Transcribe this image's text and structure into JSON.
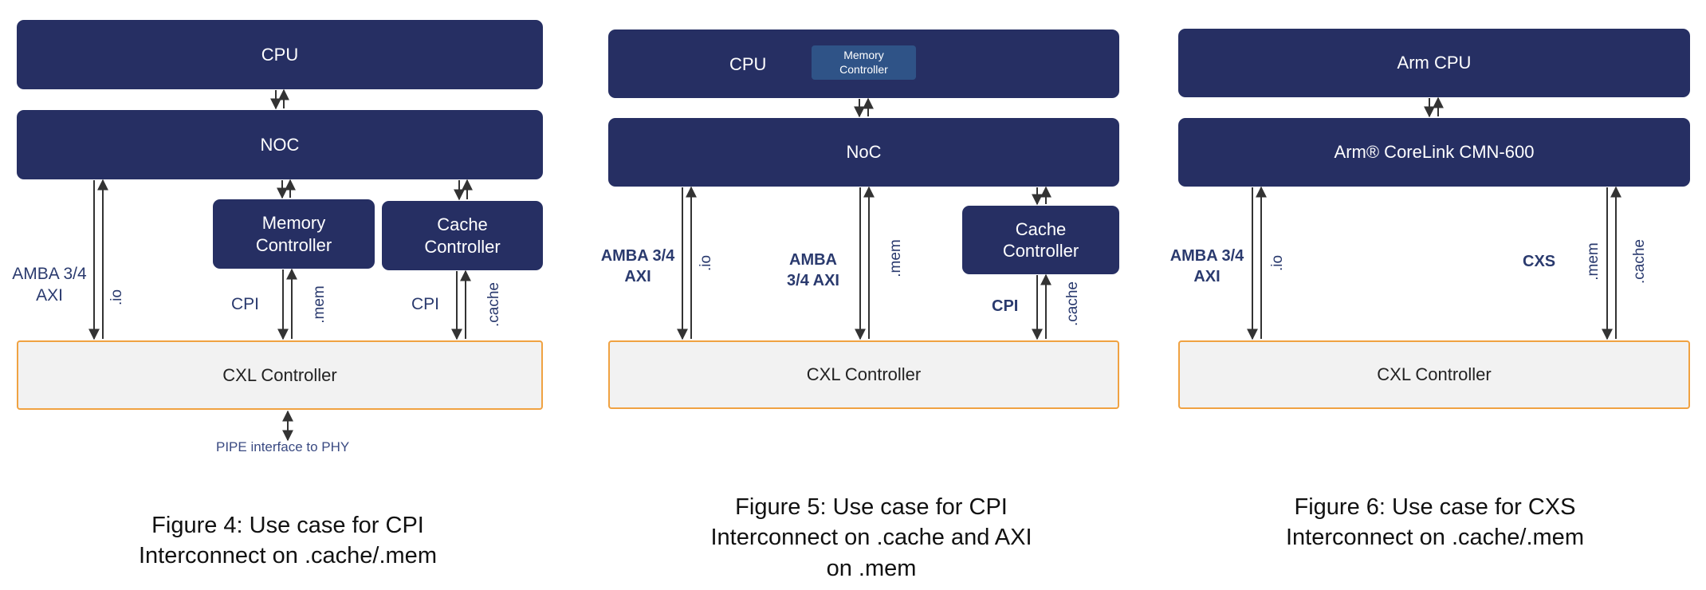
{
  "figure4": {
    "cpu": "CPU",
    "noc": "NOC",
    "memory_controller": [
      "Memory",
      "Controller"
    ],
    "cache_controller": [
      "Cache",
      "Controller"
    ],
    "cxl": "CXL Controller",
    "amba": [
      "AMBA 3/4",
      "AXI"
    ],
    "io": ".io",
    "cpi_mem": "CPI",
    "mem": ".mem",
    "cpi_cache": "CPI",
    "cache": ".cache",
    "pipe": "PIPE interface to PHY",
    "caption": [
      "Figure 4: Use case for CPI",
      "Interconnect on .cache/.mem"
    ]
  },
  "figure5": {
    "cpu": "CPU",
    "memory_controller": [
      "Memory",
      "Controller"
    ],
    "noc": "NoC",
    "cache_controller": [
      "Cache",
      "Controller"
    ],
    "cxl": "CXL Controller",
    "amba_io": [
      "AMBA 3/4",
      "AXI"
    ],
    "io": ".io",
    "amba_mem": [
      "AMBA",
      "3/4 AXI"
    ],
    "mem": ".mem",
    "cpi": "CPI",
    "cache": ".cache",
    "caption": [
      "Figure 5: Use case for CPI",
      "Interconnect on .cache and AXI",
      "on .mem"
    ]
  },
  "figure6": {
    "cpu": "Arm CPU",
    "cmn": "Arm® CoreLink CMN-600",
    "cxl": "CXL Controller",
    "amba": [
      "AMBA 3/4",
      "AXI"
    ],
    "io": ".io",
    "cxs": "CXS",
    "mem": ".mem",
    "cache": ".cache",
    "caption": [
      "Figure 6: Use case for CXS",
      "Interconnect on .cache/.mem"
    ]
  }
}
